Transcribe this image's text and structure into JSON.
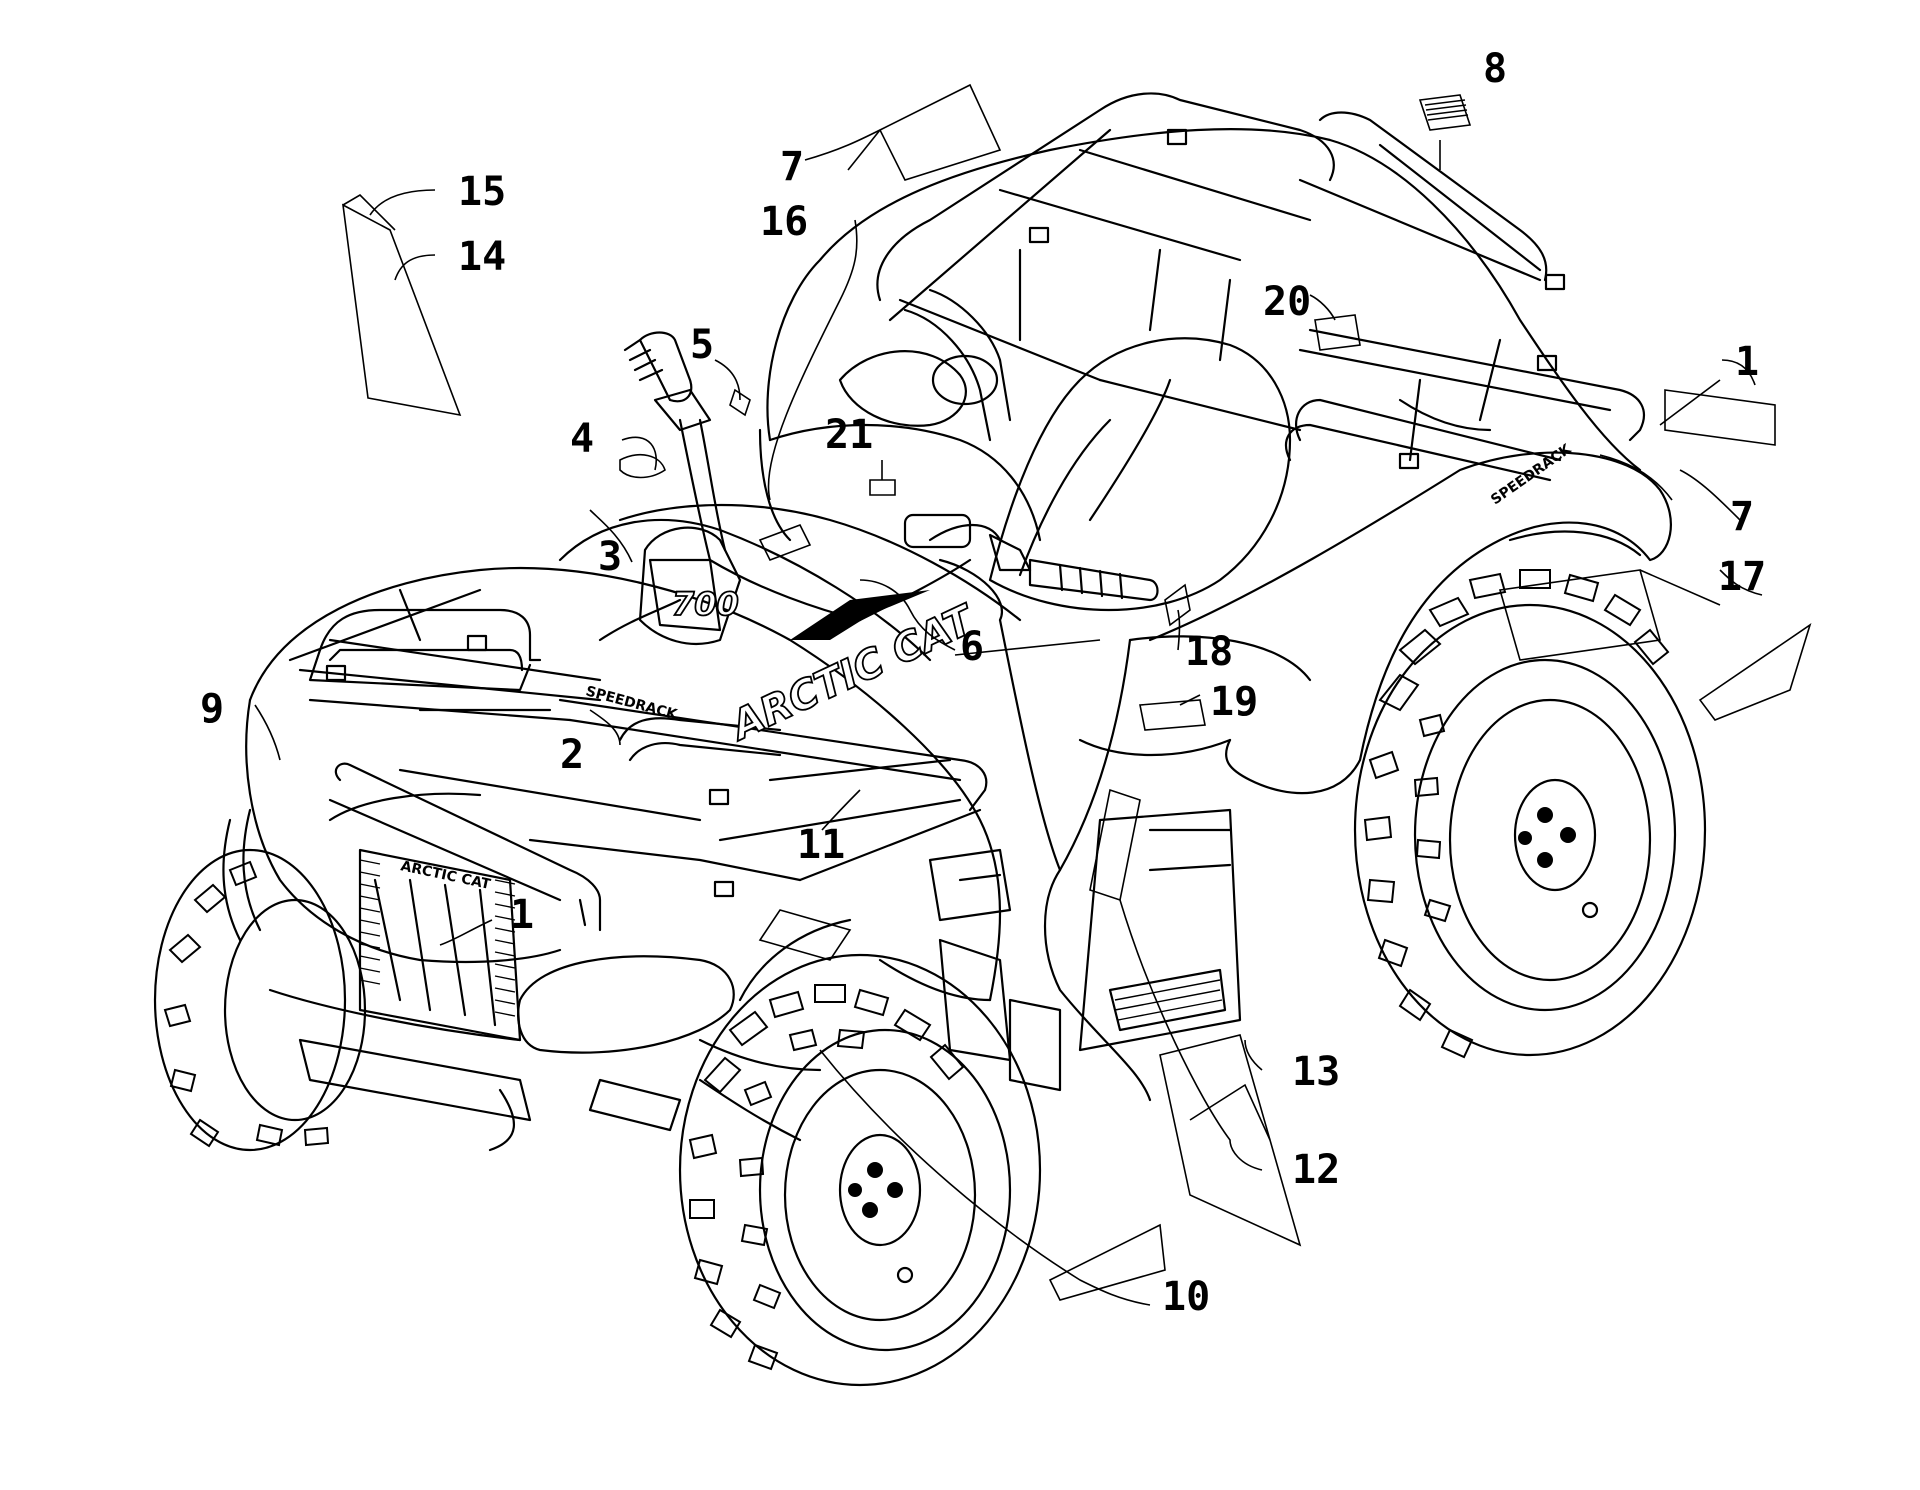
{
  "callouts": [
    {
      "id": "c1a",
      "label": "1"
    },
    {
      "id": "c1b",
      "label": "1"
    },
    {
      "id": "c2",
      "label": "2"
    },
    {
      "id": "c3",
      "label": "3"
    },
    {
      "id": "c4",
      "label": "4"
    },
    {
      "id": "c5",
      "label": "5"
    },
    {
      "id": "c6",
      "label": "6"
    },
    {
      "id": "c7a",
      "label": "7"
    },
    {
      "id": "c7b",
      "label": "7"
    },
    {
      "id": "c8",
      "label": "8"
    },
    {
      "id": "c9",
      "label": "9"
    },
    {
      "id": "c10",
      "label": "10"
    },
    {
      "id": "c11",
      "label": "11"
    },
    {
      "id": "c12",
      "label": "12"
    },
    {
      "id": "c13",
      "label": "13"
    },
    {
      "id": "c14",
      "label": "14"
    },
    {
      "id": "c15",
      "label": "15"
    },
    {
      "id": "c16",
      "label": "16"
    },
    {
      "id": "c17",
      "label": "17"
    },
    {
      "id": "c18",
      "label": "18"
    },
    {
      "id": "c19",
      "label": "19"
    },
    {
      "id": "c20",
      "label": "20"
    },
    {
      "id": "c21",
      "label": "21"
    }
  ],
  "decal_text": {
    "side_brand": "ARCTIC CAT",
    "grille_brand": "ARCTIC CAT",
    "pod_model": "700",
    "rack_label": "SPEEDRACK",
    "front_rack_label": "SPEEDRACK"
  }
}
